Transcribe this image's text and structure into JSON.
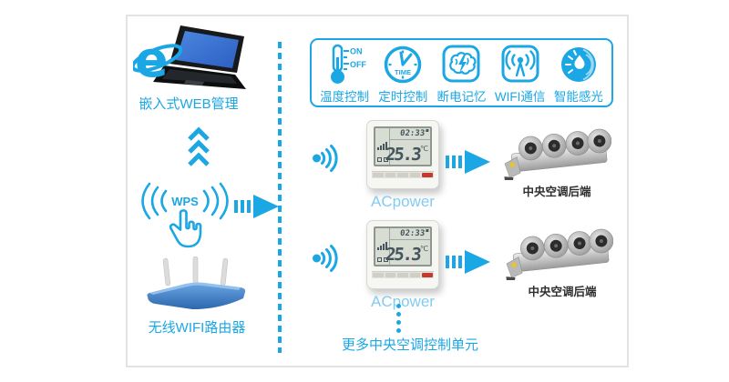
{
  "colors": {
    "primary_blue": "#1BA7E3",
    "accent_light_blue": "#85CBEF",
    "text_dark": "#2e2e2e",
    "lcd_background": "#d7ddd3",
    "button_red": "#c43b2e",
    "router_blue": "#3d7cc4",
    "laptop_screen_blue": "#3b74d2"
  },
  "left_panel": {
    "web_management_label": "嵌入式WEB管理",
    "wps_text": "WPS",
    "router_label": "无线WIFI路由器"
  },
  "feature_bar": {
    "items": [
      {
        "name": "temperature-control",
        "label": "温度控制",
        "icon_text_on": "ON",
        "icon_text_off": "OFF"
      },
      {
        "name": "timer-control",
        "label": "定时控制",
        "icon_text": "TIME"
      },
      {
        "name": "power-off-memory",
        "label": "断电记忆"
      },
      {
        "name": "wifi-communication",
        "label": "WIFI通信"
      },
      {
        "name": "smart-light-sensing",
        "label": "智能感光"
      }
    ]
  },
  "control_rows": [
    {
      "thermostat": {
        "time": "02:33",
        "temp": "25.3",
        "unit": "℃"
      },
      "device_label": "ACpower",
      "backend_label": "中央空调后端"
    },
    {
      "thermostat": {
        "time": "02:33",
        "temp": "25.3",
        "unit": "℃"
      },
      "device_label": "ACpower",
      "backend_label": "中央空调后端"
    }
  ],
  "more_units_label": "更多中央空调控制单元"
}
